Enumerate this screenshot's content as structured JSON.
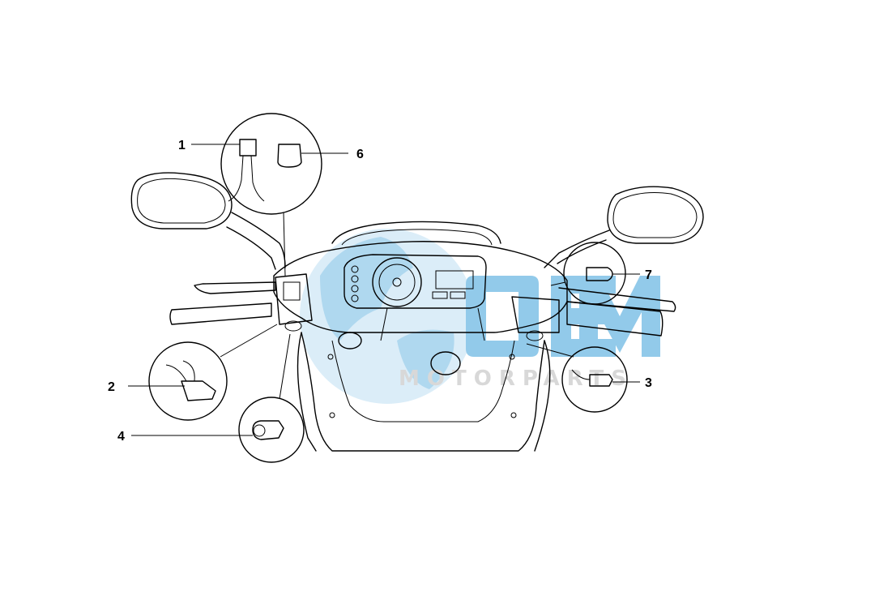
{
  "diagram": {
    "callouts": [
      {
        "id": "1",
        "label": "1"
      },
      {
        "id": "2",
        "label": "2"
      },
      {
        "id": "3",
        "label": "3"
      },
      {
        "id": "4",
        "label": "4"
      },
      {
        "id": "6",
        "label": "6"
      },
      {
        "id": "7",
        "label": "7"
      }
    ]
  },
  "watermark": {
    "text": "MOTORPARTS",
    "color": "#3a9fd9",
    "color_light": "#bfe0f3",
    "color_text": "#b9b9b9"
  },
  "colors": {
    "line": "#000000",
    "background": "#ffffff"
  }
}
